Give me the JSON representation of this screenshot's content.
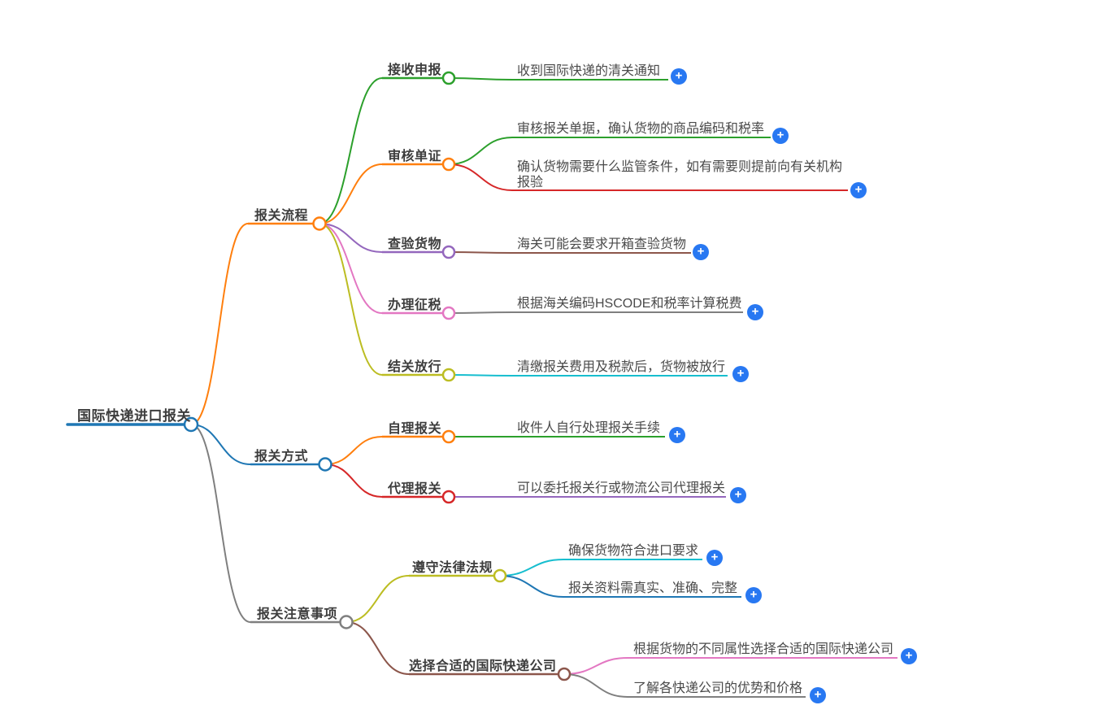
{
  "mindmap": {
    "label": "国际快递进口报关",
    "color": "#1f77b4",
    "children": [
      {
        "label": "报关流程",
        "color": "#ff7f0e",
        "children": [
          {
            "label": "接收申报",
            "color": "#2ca02c",
            "children": [
              {
                "label": "收到国际快递的清关通知",
                "color": "#2ca02c"
              }
            ]
          },
          {
            "label": "审核单证",
            "color": "#ff7f0e",
            "children": [
              {
                "label": "审核报关单据，确认货物的商品编码和税率",
                "color": "#2ca02c"
              },
              {
                "label": "确认货物需要什么监管条件，如有需要则提前向有关机构报验",
                "color": "#d62728"
              }
            ]
          },
          {
            "label": "查验货物",
            "color": "#9467bd",
            "children": [
              {
                "label": "海关可能会要求开箱查验货物",
                "color": "#8c564b"
              }
            ]
          },
          {
            "label": "办理征税",
            "color": "#e377c2",
            "children": [
              {
                "label": "根据海关编码HSCODE和税率计算税费",
                "color": "#7f7f7f"
              }
            ]
          },
          {
            "label": "结关放行",
            "color": "#bcbd22",
            "children": [
              {
                "label": "清缴报关费用及税款后，货物被放行",
                "color": "#17becf"
              }
            ]
          }
        ]
      },
      {
        "label": "报关方式",
        "color": "#1f77b4",
        "children": [
          {
            "label": "自理报关",
            "color": "#ff7f0e",
            "children": [
              {
                "label": "收件人自行处理报关手续",
                "color": "#2ca02c"
              }
            ]
          },
          {
            "label": "代理报关",
            "color": "#d62728",
            "children": [
              {
                "label": "可以委托报关行或物流公司代理报关",
                "color": "#9467bd"
              }
            ]
          }
        ]
      },
      {
        "label": "报关注意事项",
        "color": "#7f7f7f",
        "children": [
          {
            "label": "遵守法律法规",
            "color": "#bcbd22",
            "children": [
              {
                "label": "确保货物符合进口要求",
                "color": "#17becf"
              },
              {
                "label": "报关资料需真实、准确、完整",
                "color": "#1f77b4"
              }
            ]
          },
          {
            "label": "选择合适的国际快递公司",
            "color": "#8c564b",
            "children": [
              {
                "label": "根据货物的不同属性选择合适的国际快递公司",
                "color": "#e377c2"
              },
              {
                "label": "了解各快递公司的优势和价格",
                "color": "#7f7f7f"
              }
            ]
          }
        ]
      }
    ]
  },
  "icons": {
    "expand_glyph": "+"
  },
  "ui": {
    "background": "#ffffff",
    "expand_button_color": "#2878f2",
    "title_text_color": "#3d3d3d",
    "leaf_text_color": "#4a4a4a"
  }
}
